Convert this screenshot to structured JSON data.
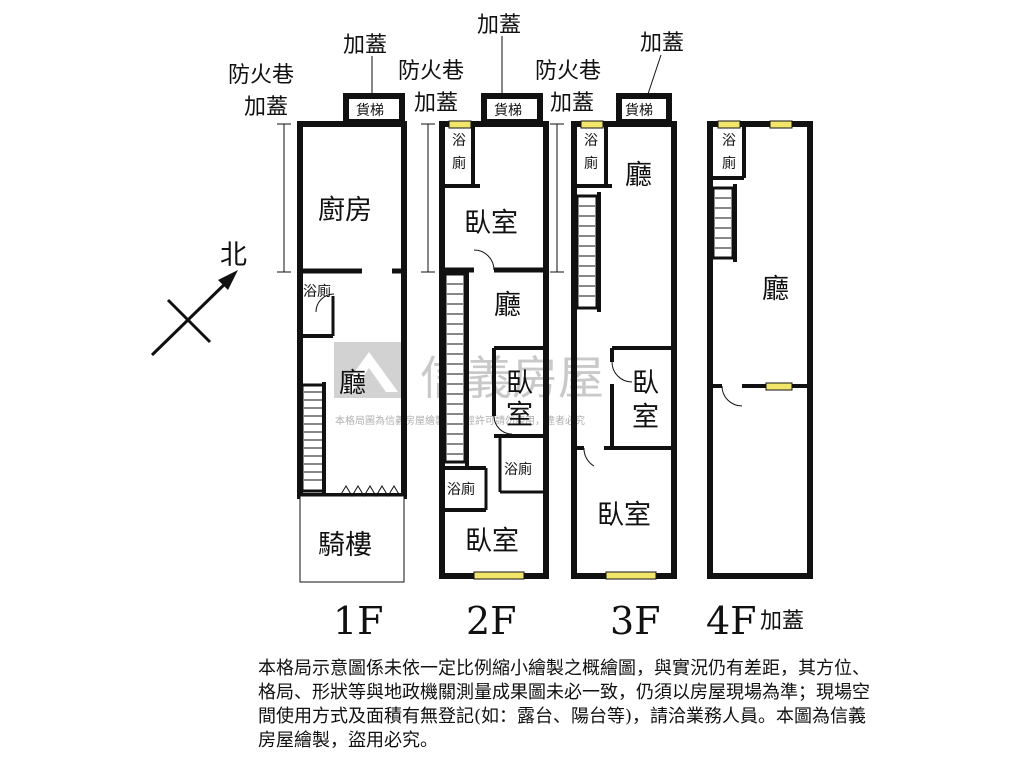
{
  "annotations": {
    "top_added_1": "加蓋",
    "top_added_2": "加蓋",
    "top_added_3": "加蓋",
    "fire_lane_1": "防火巷",
    "fire_lane_2": "防火巷",
    "fire_lane_3": "防火巷",
    "lane_added_1": "加蓋",
    "lane_added_2": "加蓋",
    "lane_added_3": "加蓋",
    "north": "北"
  },
  "floors": {
    "f1": {
      "label": "1F",
      "freight_elevator": "貨梯",
      "kitchen": "廚房",
      "bathroom": "浴廁",
      "living": "廳",
      "arcade": "騎樓"
    },
    "f2": {
      "label": "2F",
      "freight_elevator": "貨梯",
      "bath_top_1": "浴",
      "bath_top_2": "廁",
      "bedroom_top": "臥室",
      "living": "廳",
      "bedroom_mid_1": "臥",
      "bedroom_mid_2": "室",
      "bathroom_right": "浴廁",
      "bathroom_left": "浴廁",
      "bedroom_bottom": "臥室"
    },
    "f3": {
      "label": "3F",
      "freight_elevator": "貨梯",
      "bath_top_1": "浴",
      "bath_top_2": "廁",
      "living": "廳",
      "bedroom_mid_1": "臥",
      "bedroom_mid_2": "室",
      "bedroom_bottom": "臥室"
    },
    "f4": {
      "label": "4F",
      "label_suffix": "加蓋",
      "bath_top_1": "浴",
      "bath_top_2": "廁",
      "living": "廳"
    }
  },
  "watermark": {
    "brand": "信義房屋",
    "sub": "本格局圖為信義房屋繪製，未經許可請勿盜用，違者必究"
  },
  "disclaimer": "本格局示意圖係未依一定比例縮小繪製之概繪圖，與實況仍有差距，其方位、格局、形狀等與地政機關測量成果圖未必一致，仍須以房屋現場為準；現場空間使用方式及面積有無登記(如：露台、陽台等)，請洽業務人員。本圖為信義房屋繪製，盜用必究。",
  "colors": {
    "wall": "#111111",
    "window": "#f2e66a",
    "watermark": "#c9c9c9"
  }
}
